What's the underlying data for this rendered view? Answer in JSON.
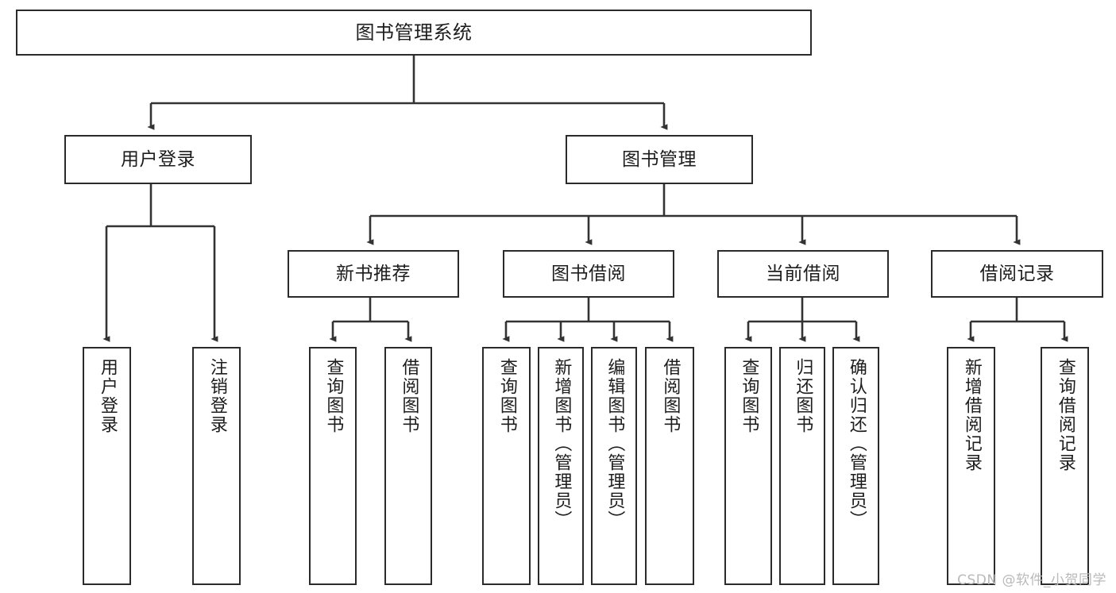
{
  "diagram": {
    "type": "tree-hierarchy",
    "orientation": "top-down",
    "title": "图书管理系统",
    "colors": {
      "box_border": "#2b2b2b",
      "box_fill": "#ffffff",
      "connector": "#333333",
      "text": "#1d1d1d",
      "watermark": "#b9b9b9",
      "background": "#ffffff"
    },
    "root": {
      "id": "root",
      "label": "图书管理系统"
    },
    "level2": [
      {
        "id": "user-login",
        "label": "用户登录"
      },
      {
        "id": "book-management",
        "label": "图书管理"
      }
    ],
    "level3": [
      {
        "id": "new-book-recommend",
        "label": "新书推荐",
        "parent": "book-management"
      },
      {
        "id": "book-borrow",
        "label": "图书借阅",
        "parent": "book-management"
      },
      {
        "id": "current-borrow",
        "label": "当前借阅",
        "parent": "book-management"
      },
      {
        "id": "borrow-record",
        "label": "借阅记录",
        "parent": "book-management"
      }
    ],
    "leaves": [
      {
        "id": "leaf-user-login",
        "label": "用户登录",
        "parent": "user-login"
      },
      {
        "id": "leaf-user-logout",
        "label": "注销登录",
        "parent": "user-login"
      },
      {
        "id": "leaf-query-book-1",
        "label": "查询图书",
        "parent": "new-book-recommend"
      },
      {
        "id": "leaf-borrow-book-1",
        "label": "借阅图书",
        "parent": "new-book-recommend"
      },
      {
        "id": "leaf-query-book-2",
        "label": "查询图书",
        "parent": "book-borrow"
      },
      {
        "id": "leaf-add-book",
        "label": "新增图书（管理员）",
        "parent": "book-borrow"
      },
      {
        "id": "leaf-edit-book",
        "label": "编辑图书（管理员）",
        "parent": "book-borrow"
      },
      {
        "id": "leaf-borrow-book-2",
        "label": "借阅图书",
        "parent": "book-borrow"
      },
      {
        "id": "leaf-query-book-3",
        "label": "查询图书",
        "parent": "current-borrow"
      },
      {
        "id": "leaf-return-book",
        "label": "归还图书",
        "parent": "current-borrow"
      },
      {
        "id": "leaf-confirm-return",
        "label": "确认归还（管理员）",
        "parent": "current-borrow"
      },
      {
        "id": "leaf-add-record",
        "label": "新增借阅记录",
        "parent": "borrow-record"
      },
      {
        "id": "leaf-query-record",
        "label": "查询借阅记录",
        "parent": "borrow-record"
      }
    ]
  },
  "watermark": {
    "text": "CSDN @软件_小贺同学"
  }
}
